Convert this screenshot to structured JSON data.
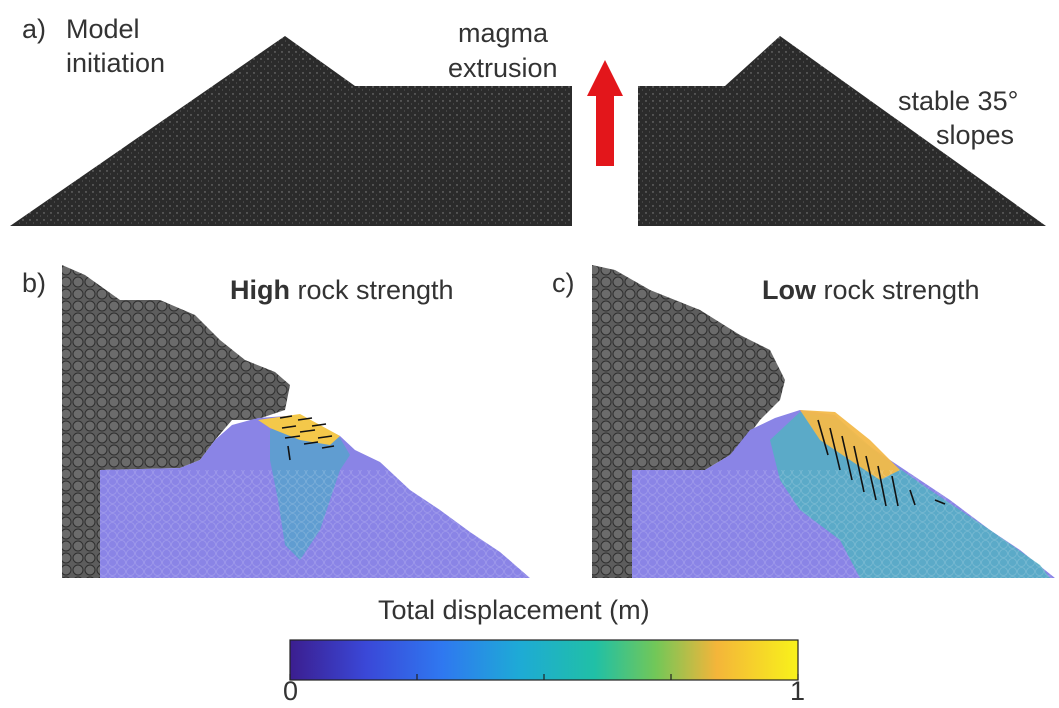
{
  "panels": {
    "a": {
      "letter": "a)",
      "left_label_line1": "Model",
      "left_label_line2": "initiation",
      "center_label_line1": "magma",
      "center_label_line2": "extrusion",
      "right_label_line1": "stable 35°",
      "right_label_line2": "slopes"
    },
    "b": {
      "letter": "b)",
      "title_bold": "High",
      "title_rest": " rock strength"
    },
    "c": {
      "letter": "c)",
      "title_bold": "Low",
      "title_rest": " rock strength"
    }
  },
  "colorbar": {
    "title": "Total displacement (m)",
    "min_label": "0",
    "max_label": "1",
    "min": 0,
    "max": 1
  },
  "colors": {
    "particles": "#2b2b2b",
    "grey_particles": "#5a5a5a",
    "arrow": "#e3161b"
  }
}
